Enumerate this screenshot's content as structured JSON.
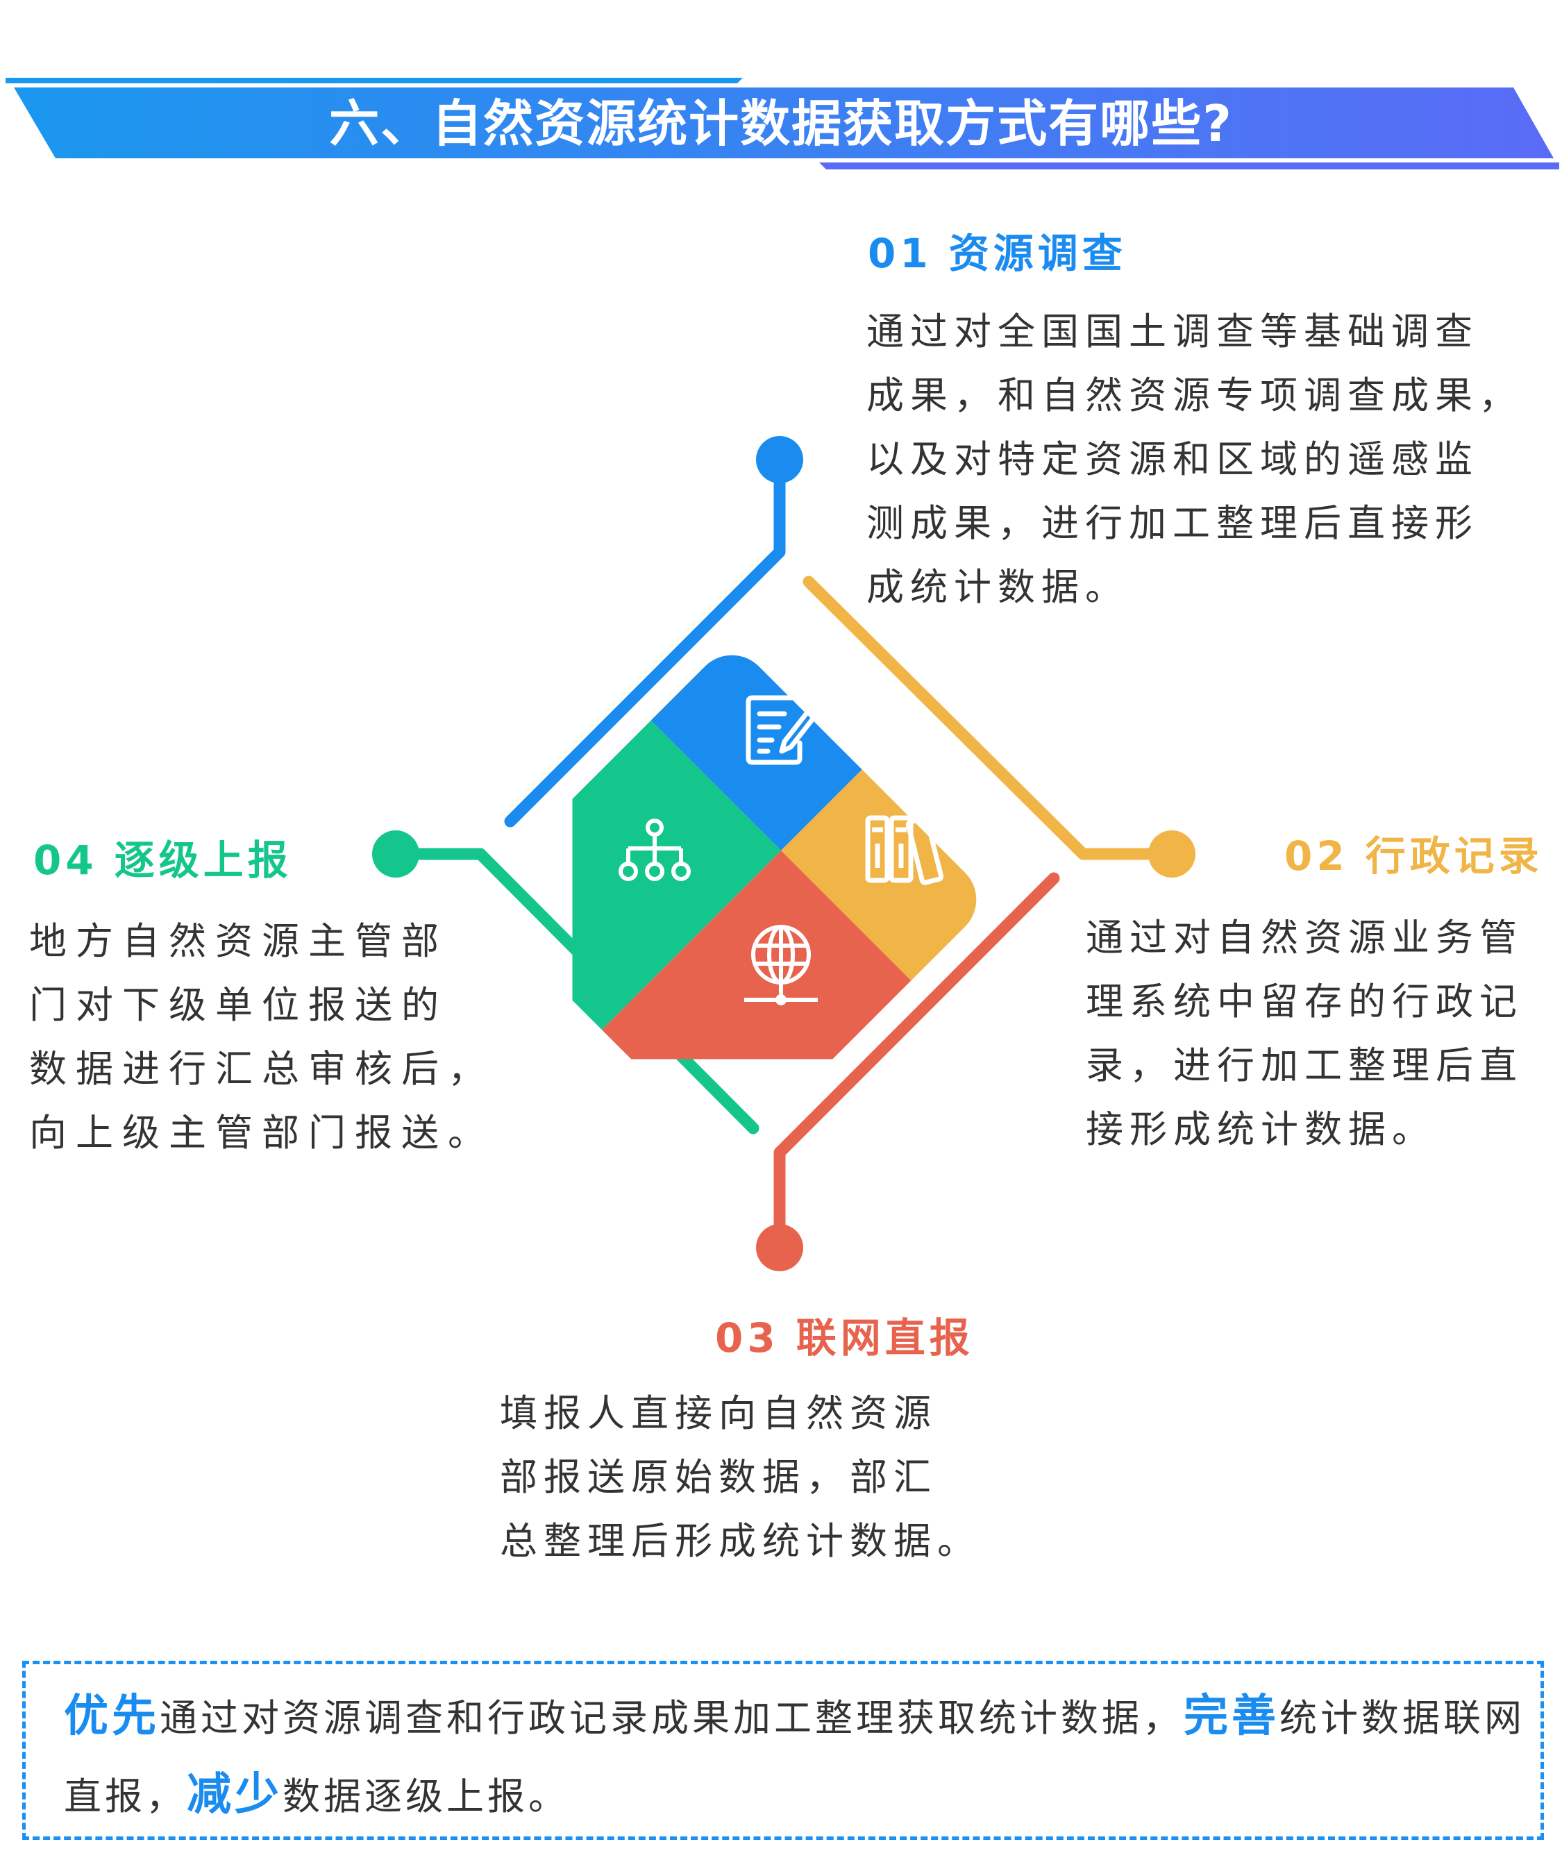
{
  "header": {
    "title": "六、自然资源统计数据获取方式有哪些?"
  },
  "colors": {
    "blue": "#1a8cef",
    "orange": "#f0b546",
    "red": "#e8634e",
    "green": "#15c68c",
    "banner_start": "#1a97ee",
    "banner_end": "#5a6cf6"
  },
  "center_icons": [
    "document-edit-icon",
    "binders-icon",
    "globe-network-icon",
    "org-chart-icon"
  ],
  "sections": [
    {
      "number": "01",
      "title": "资源调查",
      "color": "#1a8cef",
      "lines": [
        "通过对全国国土调查等基础调查",
        "成果，和自然资源专项调查成果，",
        "以及对特定资源和区域的遥感监",
        "测成果，进行加工整理后直接形",
        "成统计数据。"
      ]
    },
    {
      "number": "02",
      "title": "行政记录",
      "color": "#f0b546",
      "lines": [
        "通过对自然资源业务管",
        "理系统中留存的行政记",
        "录，进行加工整理后直",
        "接形成统计数据。"
      ]
    },
    {
      "number": "03",
      "title": "联网直报",
      "color": "#e8634e",
      "lines": [
        "填报人直接向自然资源",
        "部报送原始数据，部汇",
        "总整理后形成统计数据。"
      ]
    },
    {
      "number": "04",
      "title": "逐级上报",
      "color": "#15c68c",
      "lines": [
        "地方自然资源主管部",
        "门对下级单位报送的",
        "数据进行汇总审核后，",
        "向上级主管部门报送。"
      ]
    }
  ],
  "summary": {
    "hl1": "优先",
    "t1": "通过对资源调查和行政记录成果加工整理获取统计数据，",
    "hl2": "完善",
    "t2": "统计数据联网直报，",
    "hl3": "减少",
    "t3": "数据逐级上报。"
  }
}
